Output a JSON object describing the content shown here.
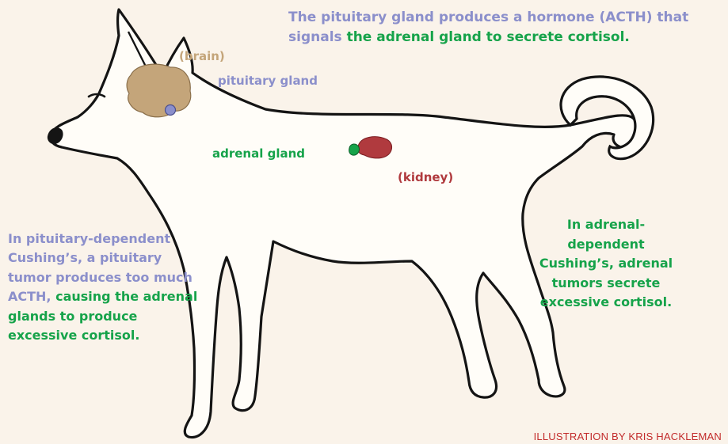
{
  "labels": {
    "top_caption_purple": "The pituitary gland produces a hormone (ACTH) that signals ",
    "top_caption_green": "the adrenal gland to secrete cortisol.",
    "brain": "(brain)",
    "pituitary": "pituitary gland",
    "adrenal": "adrenal gland",
    "kidney": "(kidney)",
    "left_caption_purple": "In pituitary-dependent Cushing’s, a pituitary tumor produces too much ACTH, ",
    "left_caption_green": "causing the adrenal glands to produce excessive cortisol.",
    "right_caption": "In adrenal-dependent Cushing’s, adrenal tumors secrete excessive cortisol.",
    "credit": "ILLUSTRATION BY KRIS HACKLEMAN"
  },
  "colors": {
    "background": "#faf3ea",
    "outline": "#141414",
    "brain": "#c4a57a",
    "pituitary": "#8b8fcb",
    "adrenal": "#16a34a",
    "kidney": "#b03a3e",
    "credit": "#c22b2b"
  }
}
